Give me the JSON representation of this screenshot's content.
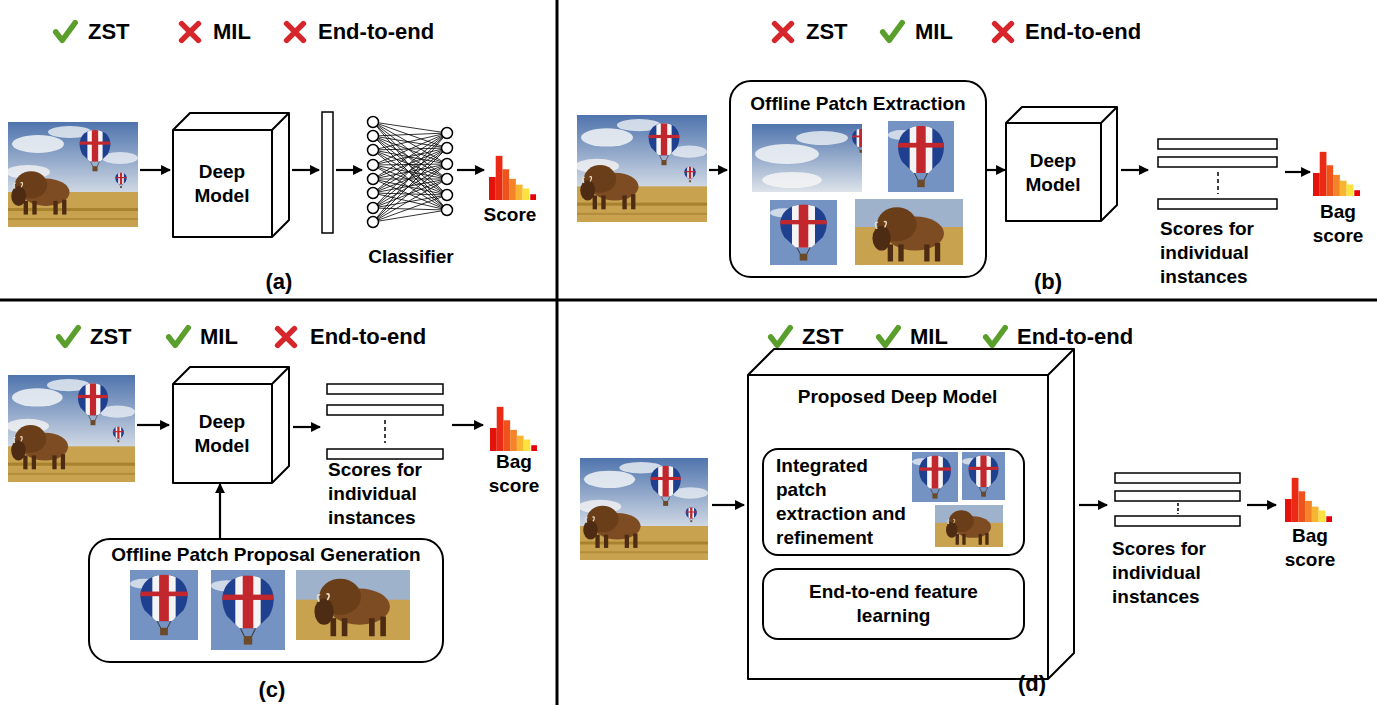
{
  "diagram": {
    "nodes": [
      {
        "text": [
          "Deep Model"
        ]
      },
      {
        "text": [
          "Offline Patch Extraction"
        ]
      },
      {
        "text": [
          "Deep Model"
        ]
      },
      {
        "text": [
          "Deep Model"
        ]
      },
      {
        "text": [
          "Offline Patch Proposal Generation"
        ]
      },
      {
        "text": [
          "Proposed Deep Model"
        ]
      },
      {
        "text": [
          "Integrated patch extraction and refinement"
        ],
        "in": 5
      },
      {
        "text": [
          "End-to-end feature learning"
        ],
        "in": 5
      }
    ],
    "edges": [
      {
        "from": 1,
        "to": 2,
        "arrow": "to"
      },
      {
        "from": 4,
        "to": 3,
        "arrow": "to"
      }
    ],
    "labels": [
      "ZST",
      "MIL",
      "End-to-end",
      "ZST",
      "MIL",
      "End-to-end",
      "Classifier",
      "Score",
      "(a)",
      "Scores for individual instances",
      "Bag score",
      "(b)",
      "ZST",
      "MIL",
      "End-to-end",
      "ZST",
      "MIL",
      "End-to-end",
      "Scores for individual instances",
      "Bag score",
      "(c)",
      "Scores for individual instances",
      "Bag score",
      "(d)"
    ]
  }
}
